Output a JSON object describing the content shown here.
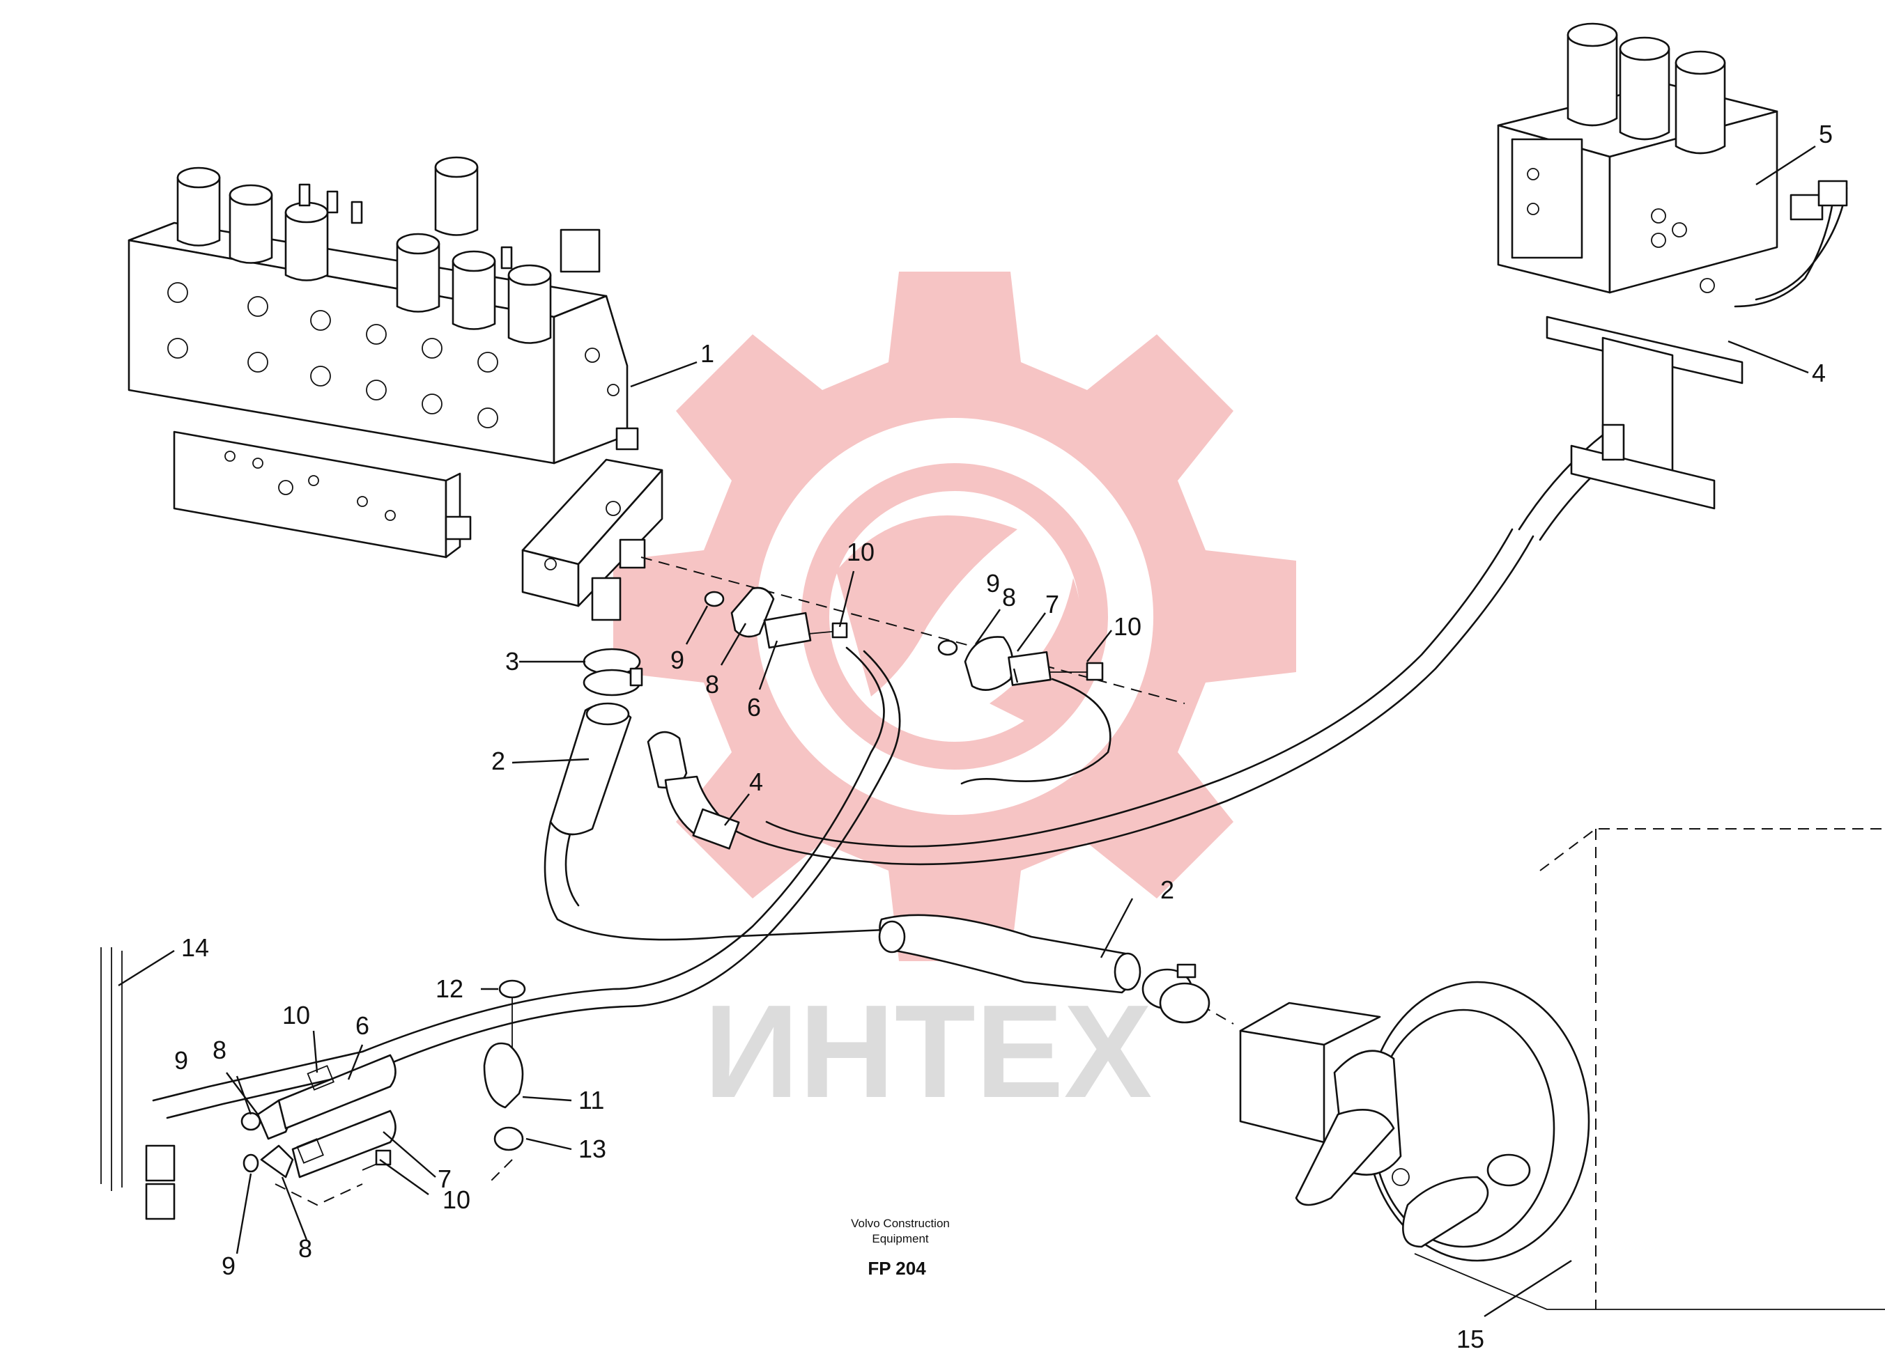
{
  "watermark": {
    "text": "ИНТЕХ",
    "gear_color": "#f2b3b3",
    "text_color": "#d9d9d9",
    "icon": "gear-logo-icon"
  },
  "caption": {
    "line1": "Volvo Construction",
    "line2": "Equipment",
    "code": "FP 204"
  },
  "callouts": [
    {
      "id": "c1",
      "text": "1"
    },
    {
      "id": "c2a",
      "text": "2"
    },
    {
      "id": "c2b",
      "text": "2"
    },
    {
      "id": "c3",
      "text": "3"
    },
    {
      "id": "c4a",
      "text": "4"
    },
    {
      "id": "c4b",
      "text": "4"
    },
    {
      "id": "c5",
      "text": "5"
    },
    {
      "id": "c6a",
      "text": "6"
    },
    {
      "id": "c6b",
      "text": "6"
    },
    {
      "id": "c7a",
      "text": "7"
    },
    {
      "id": "c7b",
      "text": "7"
    },
    {
      "id": "c8a",
      "text": "8"
    },
    {
      "id": "c8b",
      "text": "8"
    },
    {
      "id": "c8c",
      "text": "8"
    },
    {
      "id": "c8d",
      "text": "8"
    },
    {
      "id": "c9a",
      "text": "9"
    },
    {
      "id": "c9b",
      "text": "9"
    },
    {
      "id": "c9c",
      "text": "9"
    },
    {
      "id": "c9d",
      "text": "9"
    },
    {
      "id": "c10a",
      "text": "10"
    },
    {
      "id": "c10b",
      "text": "10"
    },
    {
      "id": "c10c",
      "text": "10"
    },
    {
      "id": "c10d",
      "text": "10"
    },
    {
      "id": "c11",
      "text": "11"
    },
    {
      "id": "c12",
      "text": "12"
    },
    {
      "id": "c13",
      "text": "13"
    },
    {
      "id": "c14",
      "text": "14"
    },
    {
      "id": "c15",
      "text": "15"
    }
  ]
}
